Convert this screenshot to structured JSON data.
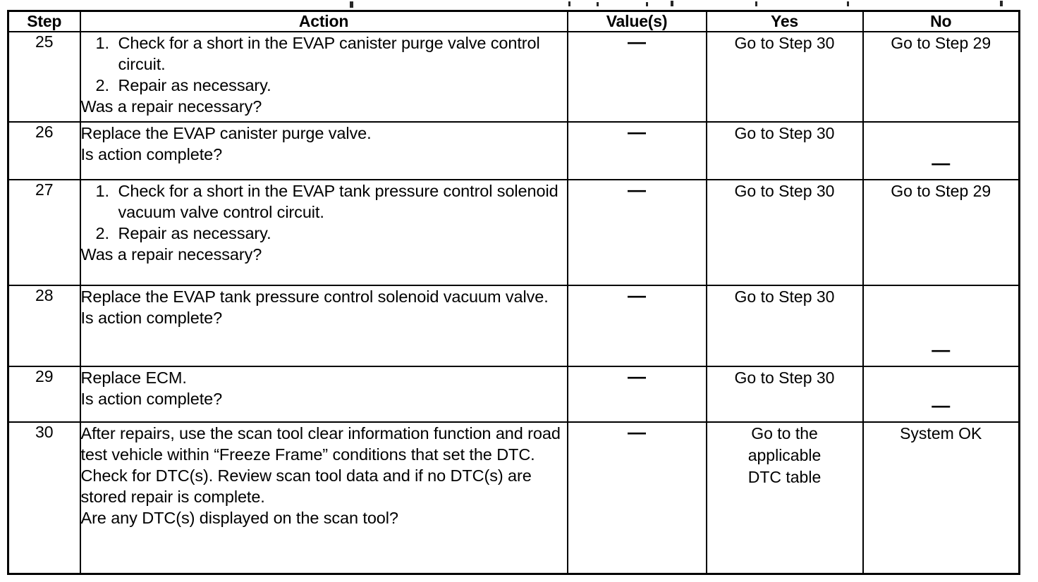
{
  "table": {
    "columns": [
      {
        "key": "step",
        "label": "Step"
      },
      {
        "key": "action",
        "label": "Action"
      },
      {
        "key": "value",
        "label": "Value(s)"
      },
      {
        "key": "yes",
        "label": "Yes"
      },
      {
        "key": "no",
        "label": "No"
      }
    ],
    "dash": "—",
    "rows": [
      {
        "step": "25",
        "action_items": [
          {
            "num": "1.",
            "text": "Check for a short in the EVAP canister purge valve control circuit."
          },
          {
            "num": "2.",
            "text": "Repair as necessary."
          }
        ],
        "action_question": "Was a repair necessary?",
        "value": "—",
        "yes": "Go to Step 30",
        "no": "Go to Step 29"
      },
      {
        "step": "26",
        "action_items": [
          {
            "num": "",
            "text": "Replace the EVAP canister purge valve."
          }
        ],
        "action_question": "Is action complete?",
        "value": "—",
        "yes": "Go to Step 30",
        "no": "—"
      },
      {
        "step": "27",
        "action_items": [
          {
            "num": "1.",
            "text": "Check for a short in the EVAP tank pressure control solenoid vacuum valve control circuit."
          },
          {
            "num": "2.",
            "text": "Repair as necessary."
          }
        ],
        "action_question": "Was a repair necessary?",
        "value": "—",
        "yes": "Go to Step 30",
        "no": "Go to Step 29"
      },
      {
        "step": "28",
        "action_items": [
          {
            "num": "",
            "text": "Replace the EVAP tank pressure control solenoid vacuum valve."
          }
        ],
        "action_question": "Is action complete?",
        "value": "—",
        "yes": "Go to Step 30",
        "no": "—"
      },
      {
        "step": "29",
        "action_items": [
          {
            "num": "",
            "text": "Replace ECM."
          }
        ],
        "action_question": "Is action complete?",
        "value": "—",
        "yes": "Go to Step 30",
        "no": "—"
      },
      {
        "step": "30",
        "action_items": [
          {
            "num": "",
            "text": "After repairs, use the scan tool clear information function and road test vehicle within “Freeze Frame” conditions that set the DTC. Check for DTC(s). Review scan tool data and if no DTC(s) are stored repair is complete."
          }
        ],
        "action_question": "Are any DTC(s) displayed on the scan tool?",
        "value": "—",
        "yes_lines": [
          "Go to the",
          "applicable",
          "DTC table"
        ],
        "yes": "Go to the applicable DTC table",
        "no": "System OK"
      }
    ]
  },
  "colors": {
    "ink": "#000000",
    "paper": "#ffffff"
  }
}
